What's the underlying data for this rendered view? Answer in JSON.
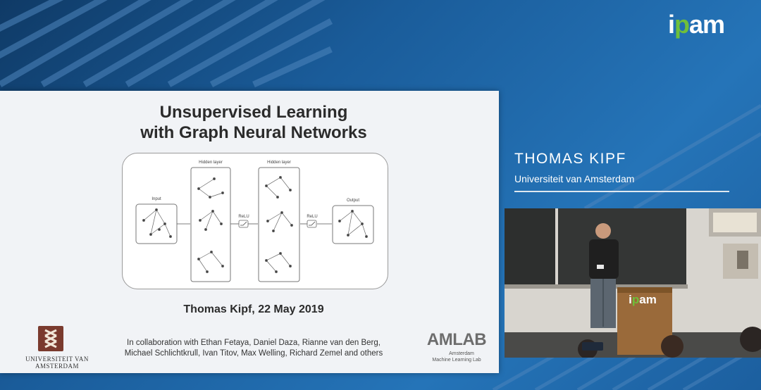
{
  "brand": {
    "logo_part1": "i",
    "logo_dot": "p",
    "logo_part2": "am"
  },
  "slide": {
    "title_line1": "Unsupervised Learning",
    "title_line2": "with Graph Neural Networks",
    "diagram": {
      "input_label": "Input",
      "hidden1_label": "Hidden layer",
      "hidden2_label": "Hidden layer",
      "relu1_label": "ReLU",
      "relu2_label": "ReLU",
      "output_label": "Output"
    },
    "author_date": "Thomas Kipf, 22 May 2019",
    "collab_line1": "In collaboration with Ethan Fetaya, Daniel Daza, Rianne van den Berg,",
    "collab_line2": "Michael Schlichtkrull, Ivan Titov, Max Welling, Richard Zemel and others",
    "uva_text": "UNIVERSITEIT VAN AMSTERDAM",
    "amlab_word": "AMLAB",
    "amlab_sub1": "Amsterdam",
    "amlab_sub2": "Machine Learning Lab"
  },
  "speaker": {
    "name": "THOMAS KIPF",
    "affiliation": "Universiteit van Amsterdam"
  },
  "video": {
    "podium_logo_part1": "i",
    "podium_logo_dot": "p",
    "podium_logo_part2": "am"
  },
  "colors": {
    "accent": "#6fbf3a",
    "background": "#1a5c9a",
    "slide": "#f1f3f6"
  }
}
